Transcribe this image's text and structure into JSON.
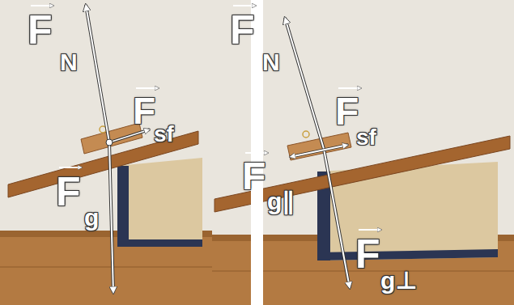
{
  "diagram": {
    "labels": [
      "F",
      "N",
      "F",
      "sf",
      "F",
      "g",
      "F",
      "N",
      "F",
      "sf",
      "F",
      "g∥",
      "F",
      "g⊥"
    ]
  }
}
